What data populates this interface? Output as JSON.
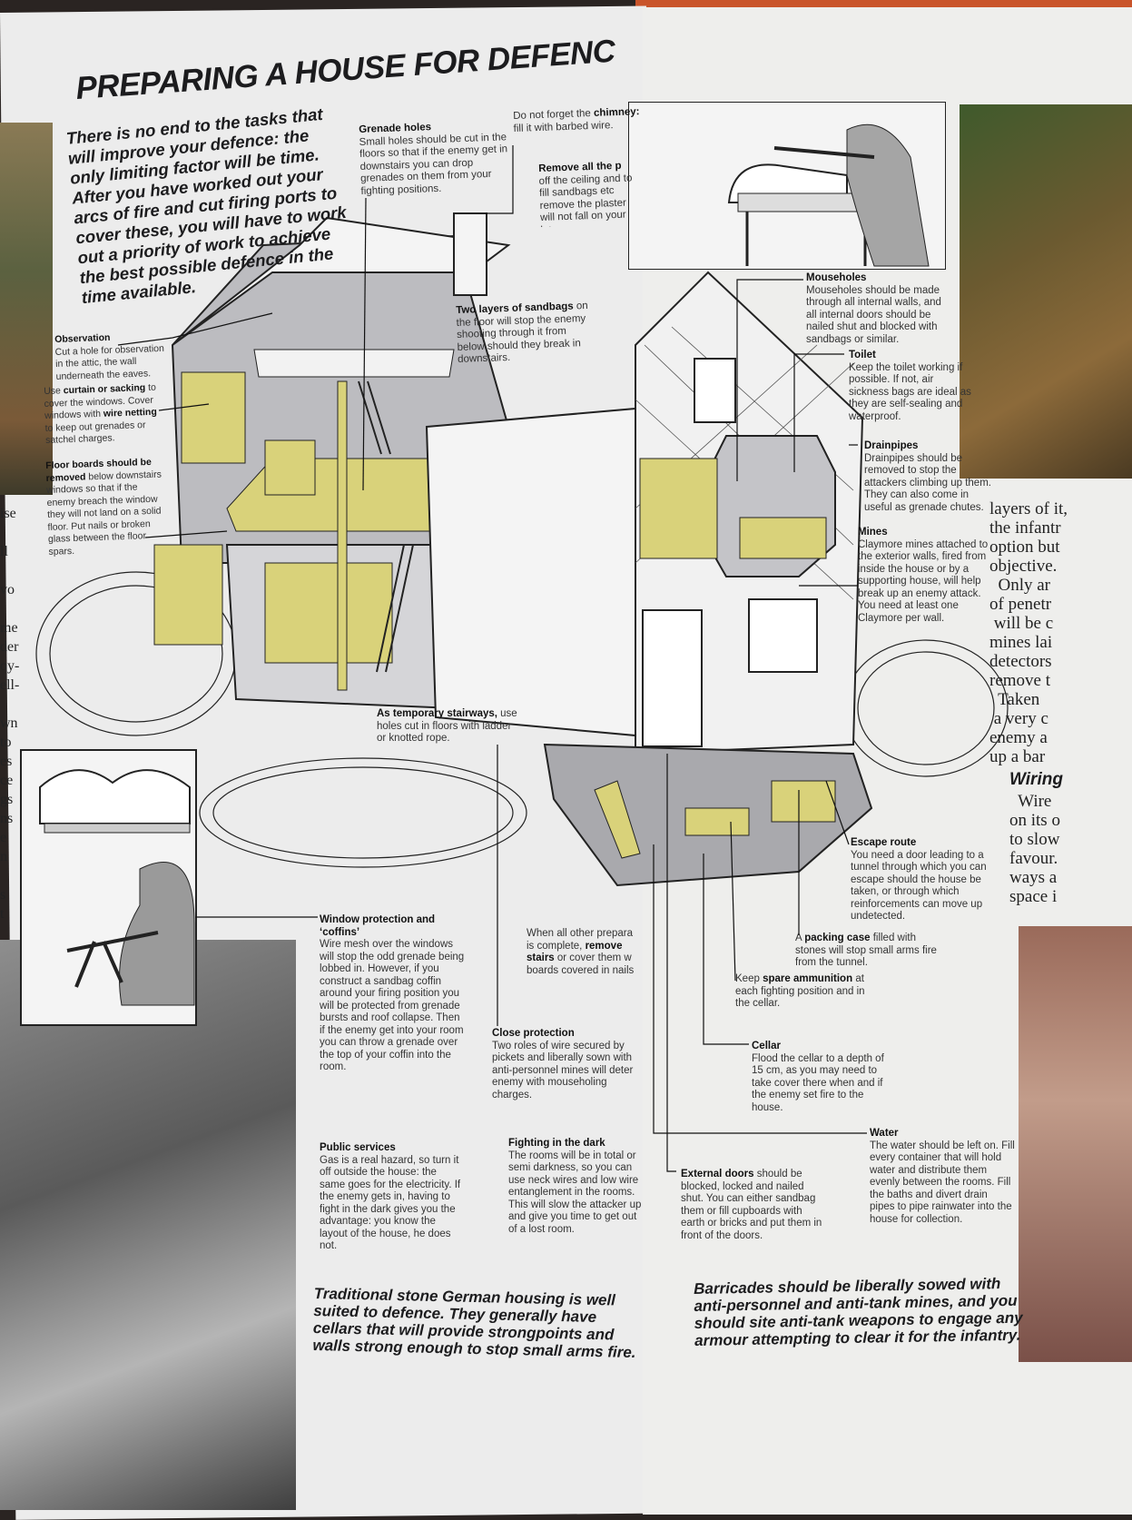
{
  "title": "PREPARING A HOUSE FOR DEFENC",
  "intro": "There is no end to the tasks that will improve your defence: the only limiting factor will be time. After you have worked out your arcs of fire and cut firing ports to cover these, you will have to work out a priority of work to achieve the best possible defence in the time available.",
  "notes": {
    "grenade_holes": {
      "heading": "Grenade holes",
      "text": "Small holes should be cut in the floors so that if the enemy get in downstairs you can drop grenades on them from your fighting positions."
    },
    "chimney": {
      "pre": "Do not forget the",
      "bold": "chimney:",
      "text": "fill it with barbed wire."
    },
    "remove_all": {
      "heading": "Remove all the p",
      "text": "off the ceiling and to fill sandbags etc remove the plaster will not fall on your later."
    },
    "observation": {
      "heading": "Observation",
      "text": "Cut a hole for observation in the attic, the wall underneath the eaves."
    },
    "curtain": {
      "pre": "Use",
      "bold1": "curtain or sacking",
      "mid": "to cover the windows. Cover windows with",
      "bold2": "wire netting",
      "text": "to keep out grenades or satchel charges."
    },
    "floor_boards": {
      "heading": "Floor boards should be removed",
      "text": "below downstairs windows so that if the enemy breach the window they will not land on a solid floor. Put nails or broken glass between the floor spars."
    },
    "sandbags": {
      "heading": "Two layers of sandbags",
      "text": "on the floor will stop the enemy shooting through it from below should they break in downstairs."
    },
    "stairways": {
      "heading": "As temporary stairways,",
      "text": "use holes cut in floors with ladder or knotted rope."
    },
    "mouseholes": {
      "heading": "Mouseholes",
      "text": "Mouseholes should be made through all internal walls, and all internal doors should be nailed shut and blocked with sandbags or similar."
    },
    "toilet": {
      "heading": "Toilet",
      "text": "Keep the toilet working if possible. If not, air sickness bags are ideal as they are self-sealing and waterproof."
    },
    "drainpipes": {
      "heading": "Drainpipes",
      "text": "Drainpipes should be removed to stop the attackers climbing up them. They can also come in useful as grenade chutes."
    },
    "mines": {
      "heading": "Mines",
      "text": "Claymore mines attached to the exterior walls, fired from inside the house or by a supporting house, will help break up an enemy attack. You need at least one Claymore per wall."
    },
    "escape": {
      "heading": "Escape route",
      "text": "You need a door leading to a tunnel through which you can escape should the house be taken, or through which reinforcements can move up undetected."
    },
    "packing": {
      "pre": "A",
      "bold": "packing case",
      "text": "filled with stones will stop small arms fire from the tunnel."
    },
    "ammo": {
      "pre": "Keep",
      "bold": "spare ammunition",
      "text": "at each fighting position and in the cellar."
    },
    "cellar": {
      "heading": "Cellar",
      "text": "Flood the cellar to a depth of 15 cm, as you may need to take cover there when and if the enemy set fire to the house."
    },
    "water": {
      "heading": "Water",
      "text": "The water should be left on. Fill every container that will hold water and distribute them evenly between the rooms. Fill the baths and divert drain pipes to pipe rainwater into the house for collection."
    },
    "external_doors": {
      "bold": "External doors",
      "text": "should be blocked, locked and nailed shut. You can either sandbag them or fill cupboards with earth or bricks and put them in front of the doors."
    },
    "window_protection": {
      "heading": "Window protection and ‘coffins’",
      "text": "Wire mesh over the windows will stop the odd grenade being lobbed in. However, if you construct a sandbag coffin around your firing position you will be protected from grenade bursts and roof collapse. Then if the enemy get into your room you can throw a grenade over the top of your coffin into the room."
    },
    "when_all": {
      "pre": "When all other prepara is complete,",
      "bold": "remove stairs",
      "text": "or cover them w boards covered in nails"
    },
    "close_protection": {
      "heading": "Close protection",
      "text": "Two roles of wire secured by pickets and liberally sown with anti-personnel mines will deter enemy with mouseholing charges."
    },
    "public_services": {
      "heading": "Public services",
      "text": "Gas is a real hazard, so turn it off outside the house: the same goes for the electricity. If the enemy gets in, having to fight in the dark gives you the advantage: you know the layout of the house, he does not."
    },
    "dark": {
      "heading": "Fighting in the dark",
      "text": "The rooms will be in total or semi darkness, so you can use neck wires and low wire entanglement in the rooms. This will slow the attacker up and give you time to get out of a lost room."
    }
  },
  "captions": {
    "left": "Traditional stone German housing is well suited to defence. They generally have cellars that will provide strongpoints and walls strong enough to stop small arms fire.",
    "right": "Barricades should be liberally sowed with anti-personnel and anti-tank mines, and you should site anti-tank weapons to engage any armour attempting to clear it for the infantry."
  },
  "right_column": {
    "para1": "layers of it,\nthe infantr\noption but\nobjective.\n  Only ar\nof penetr\n will be c\nmines lai\ndetectors\nremove t\n  Taken\n a very c\nenemy a\nup a bar",
    "heading": "Wiring",
    "para2": "  Wire\non its o\nto slow\nfavour.\nways a\nspace i"
  },
  "left_edge": "ise\n\nll\n\nvo\n\nme\nder\noy-\nell-\n\nwn\nto\nes\nce\ngs\nns\ne\nn\n\ns\nt",
  "colors": {
    "highlight": "#d9d27a",
    "wall": "#b9b9bd",
    "ink": "#1c1c1e"
  }
}
